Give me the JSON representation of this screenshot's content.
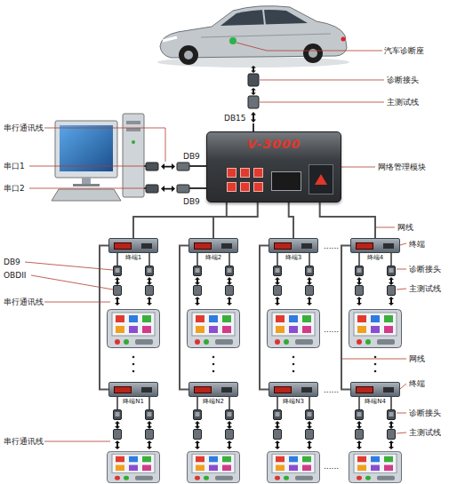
{
  "diagram": {
    "nodes": [
      {
        "text": [
          "V-3000"
        ]
      },
      {
        "text": [
          "终端1"
        ]
      },
      {
        "text": [
          "终端2"
        ]
      },
      {
        "text": [
          "终端3"
        ]
      },
      {
        "text": [
          "终端4"
        ]
      },
      {
        "text": [
          "终端N1"
        ]
      },
      {
        "text": [
          "终端N2"
        ]
      },
      {
        "text": [
          "终端N3"
        ]
      },
      {
        "text": [
          "终端N4"
        ]
      }
    ],
    "edges": [
      {
        "from": 0,
        "to": 1,
        "arrow": "none"
      },
      {
        "from": 0,
        "to": 2,
        "arrow": "none"
      },
      {
        "from": 0,
        "to": 3,
        "arrow": "none"
      },
      {
        "from": 0,
        "to": 4,
        "arrow": "none"
      },
      {
        "from": 1,
        "to": 5,
        "arrow": "none"
      },
      {
        "from": 2,
        "to": 6,
        "arrow": "none"
      },
      {
        "from": 3,
        "to": 7,
        "arrow": "none"
      },
      {
        "from": 4,
        "to": 8,
        "arrow": "none"
      }
    ],
    "labels": [
      "汽车诊断座",
      "诊断接头",
      "主测试线",
      "DB15",
      "串行通讯线",
      "串口1",
      "串口2",
      "DB9",
      "DB9",
      "网络管理模块",
      "网线",
      "DB9",
      "OBDII",
      "串行通讯线",
      "终端",
      "诊断接头",
      "主测试线",
      "网线",
      "终端",
      "诊断接头",
      "主测试线",
      "串行通讯线",
      "......",
      "......",
      "......",
      "......"
    ]
  }
}
